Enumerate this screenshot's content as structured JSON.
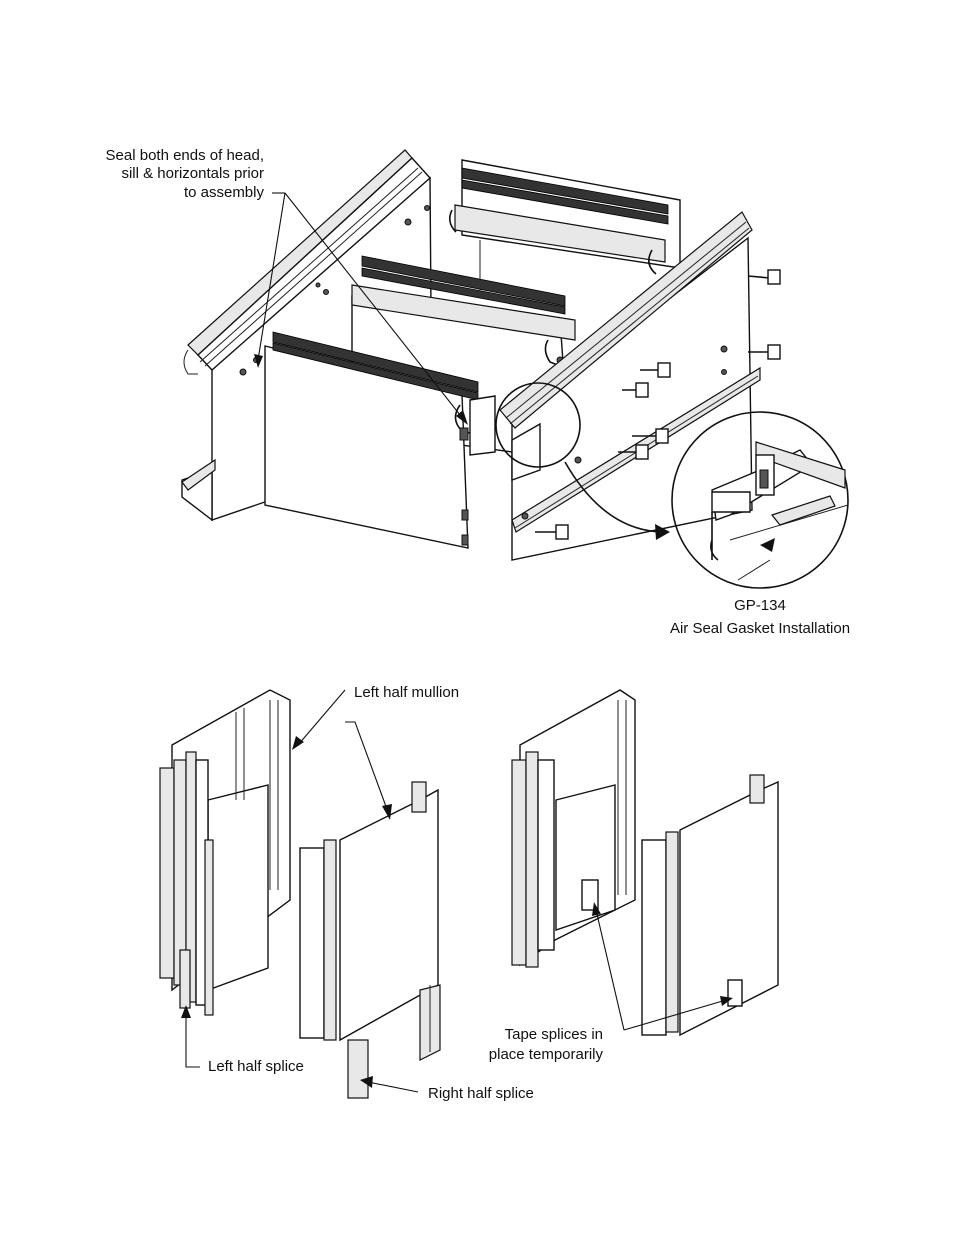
{
  "labels": {
    "seal_note_line1": "Seal both ends of head,",
    "seal_note_line2": "sill & horizontals prior",
    "seal_note_line3": "to assembly",
    "gasket_code": "GP-134",
    "gasket_caption": "Air Seal Gasket Installation",
    "left_half_mullion": "Left half mullion",
    "left_half_splice": "Left half splice",
    "right_half_splice": "Right half splice",
    "tape_line1": "Tape splices in",
    "tape_line2": "place temporarily"
  }
}
